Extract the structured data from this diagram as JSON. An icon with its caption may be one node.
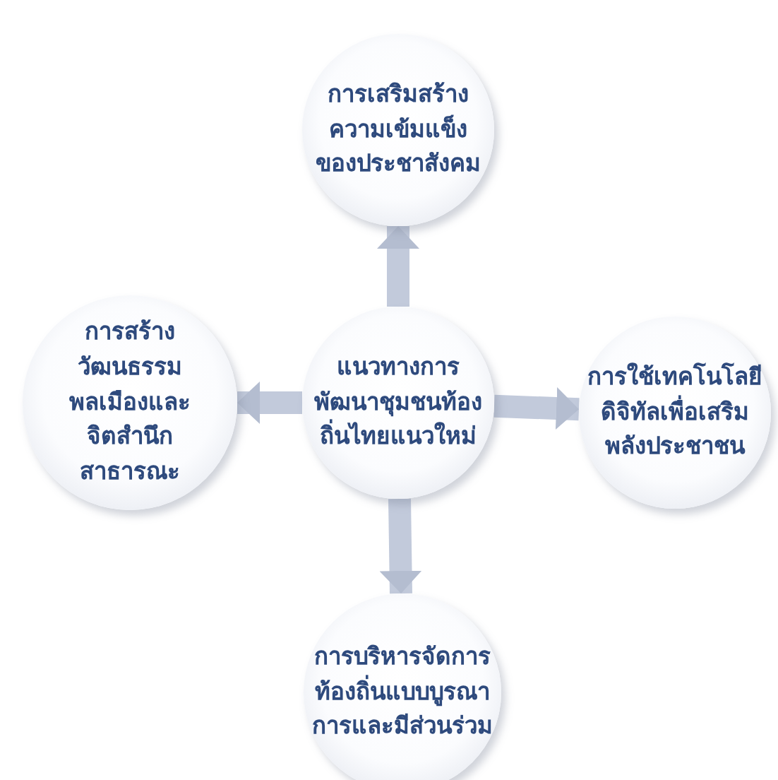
{
  "diagram": {
    "nodes": [
      {
        "text": [
          "แนวทางการพัฒนาชุมชนท้องถิ่นไทยแนวใหม่"
        ]
      },
      {
        "text": [
          "การเสริมสร้างความเข้มแข็งของประชาสังคม"
        ]
      },
      {
        "text": [
          "การสร้างวัฒนธรรมพลเมืองและจิตสำนึกสาธารณะ"
        ]
      },
      {
        "text": [
          "การใช้เทคโนโลยีดิจิทัลเพื่อเสริมพลังประชาชน"
        ]
      },
      {
        "text": [
          "การบริหารจัดการท้องถิ่นแบบบูรณาการและมีส่วนร่วม"
        ]
      }
    ],
    "edges": [
      {
        "from": 0,
        "to": 1,
        "arrow": "to"
      },
      {
        "from": 0,
        "to": 2,
        "arrow": "to"
      },
      {
        "from": 0,
        "to": 3,
        "arrow": "to"
      },
      {
        "from": 0,
        "to": 4,
        "arrow": "to"
      }
    ]
  }
}
